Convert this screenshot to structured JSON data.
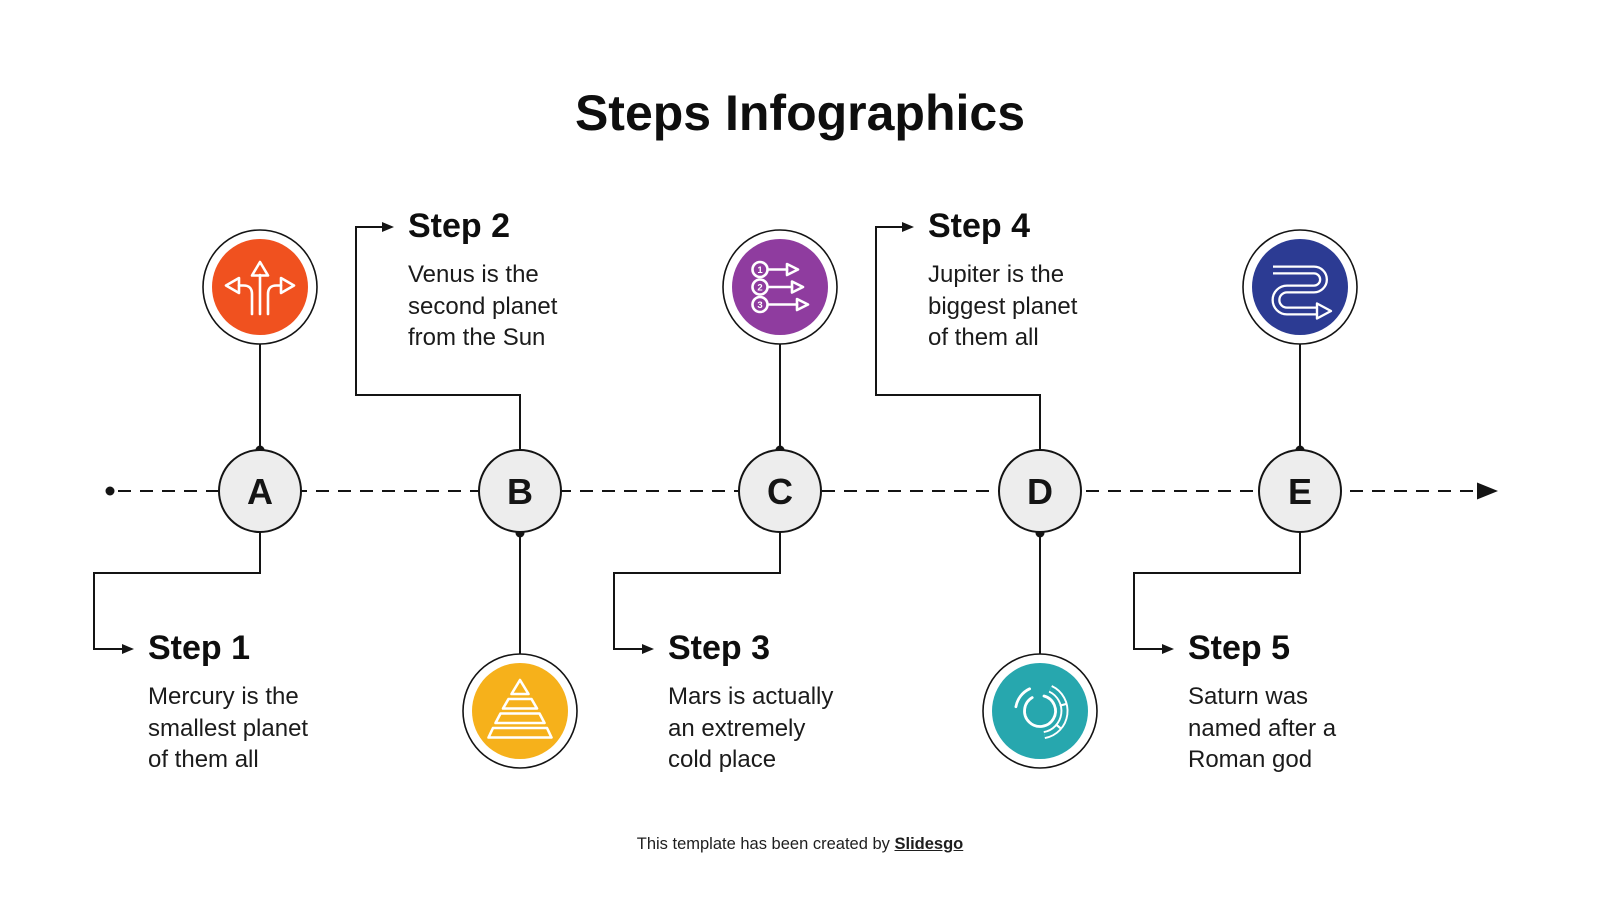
{
  "slide": {
    "title": "Steps Infographics",
    "footer": {
      "prefix": "This template has been created by ",
      "brand": "Slidesgo"
    }
  },
  "timeline": {
    "line_color": "#141414",
    "node_fill": "#ededed",
    "direction": "left-to-right-arrow"
  },
  "steps": [
    {
      "node_label": "A",
      "title": "Step 1",
      "lines": [
        "Mercury is the",
        "smallest planet",
        "of them all"
      ],
      "color": "#f0511f",
      "icon": "branching-arrows-icon",
      "icon_position": "above-line",
      "text_position": "below-line"
    },
    {
      "node_label": "B",
      "title": "Step 2",
      "lines": [
        "Venus is the",
        "second planet",
        "from the Sun"
      ],
      "color": "#f6b11b",
      "icon": "layered-pyramid-icon",
      "icon_position": "below-line",
      "text_position": "above-line"
    },
    {
      "node_label": "C",
      "title": "Step 3",
      "lines": [
        "Mars is actually",
        "an extremely",
        "cold place"
      ],
      "color": "#8f3c9f",
      "icon": "numbered-arrows-icon",
      "icon_position": "above-line",
      "text_position": "below-line"
    },
    {
      "node_label": "D",
      "title": "Step 4",
      "lines": [
        "Jupiter is the",
        "biggest planet",
        "of them all"
      ],
      "color": "#27a7ae",
      "icon": "donut-segments-icon",
      "icon_position": "below-line",
      "text_position": "above-line"
    },
    {
      "node_label": "E",
      "title": "Step 5",
      "lines": [
        "Saturn was",
        "named after a",
        "Roman god"
      ],
      "color": "#2c3b93",
      "icon": "winding-arrow-icon",
      "icon_position": "above-line",
      "text_position": "below-line"
    }
  ],
  "numbered_icon_digits": [
    "1",
    "2",
    "3"
  ]
}
